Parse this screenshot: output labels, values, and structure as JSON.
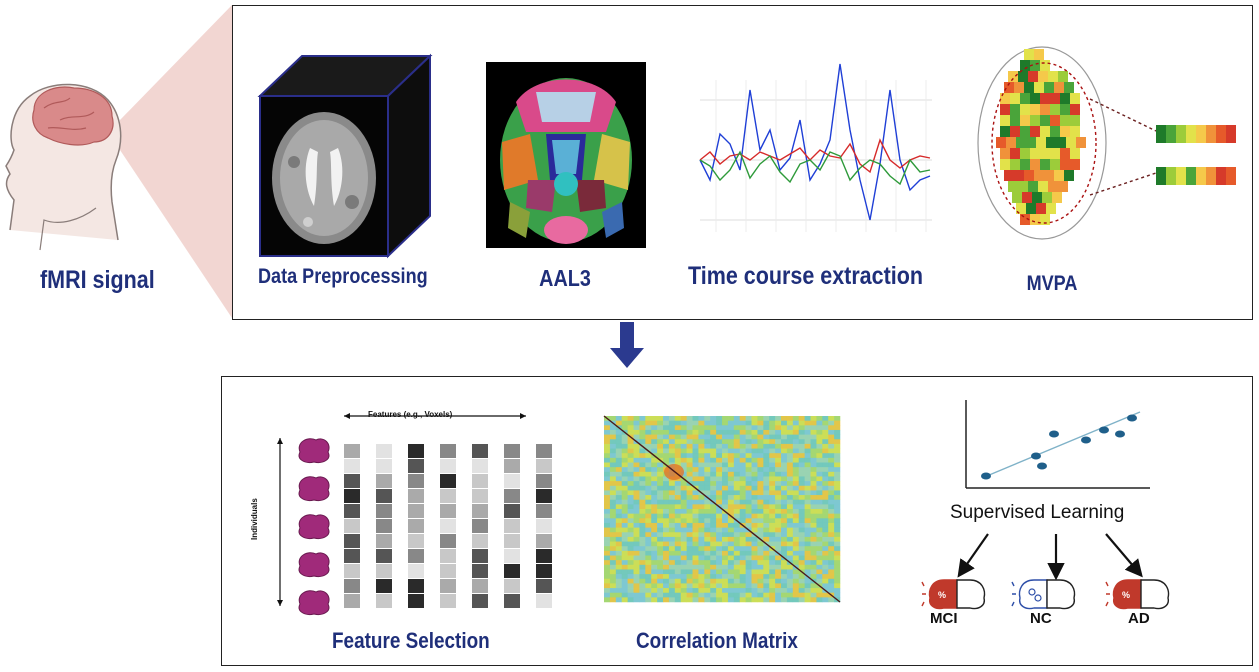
{
  "left": {
    "label": "fMRI signal"
  },
  "top_panel": {
    "steps": [
      {
        "label": "Data Preprocessing"
      },
      {
        "label": "AAL3"
      },
      {
        "label": "Time course extraction"
      },
      {
        "label": "MVPA"
      }
    ]
  },
  "bottom_panel": {
    "feature_selection": {
      "label": "Feature Selection",
      "x_axis_label": "Features (e.g., Voxels)",
      "y_axis_label": "Individuals"
    },
    "correlation": {
      "label": "Correlation Matrix"
    },
    "supervised": {
      "label": "Supervised Learning",
      "classes": [
        "MCI",
        "NC",
        "AD"
      ]
    }
  },
  "colors": {
    "title_text": "#1f2f7a",
    "arrow": "#2b3a8f",
    "beam": "#f2d6d2",
    "brain_icon": "#a02a7a",
    "scatter_dot": "#1f5f8a",
    "class_red": "#c0392b",
    "class_blue": "#2e4fa8",
    "timecourse": [
      "#1f3fd6",
      "#d62a2a",
      "#2e9a3a"
    ]
  }
}
